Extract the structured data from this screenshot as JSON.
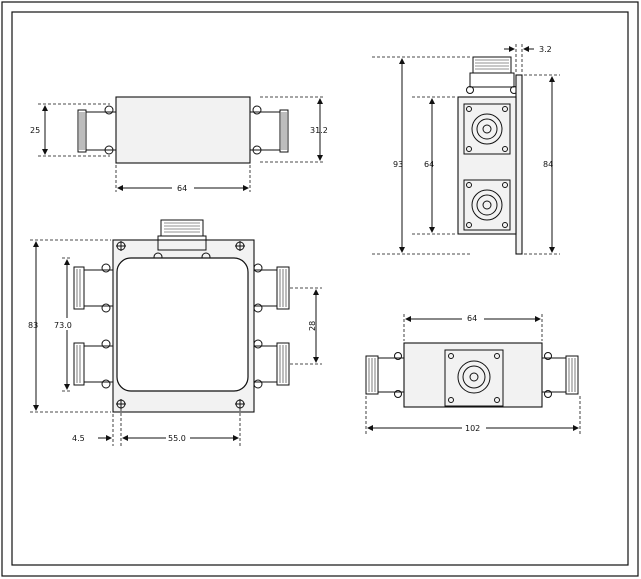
{
  "diagram": {
    "dimensions": {
      "top_left_height": "25",
      "top_left_right_height": "31.2",
      "top_left_width": "64",
      "side_total_height": "93",
      "side_inner_height": "64",
      "side_flange_height": "84",
      "side_thickness": "3.2",
      "front_total_height": "83",
      "front_inner_height": "73.0",
      "front_port_spacing": "28",
      "front_hole_offset": "4.5",
      "front_hole_spacing": "55.0",
      "bottom_width": "64",
      "bottom_total_length": "102"
    }
  }
}
